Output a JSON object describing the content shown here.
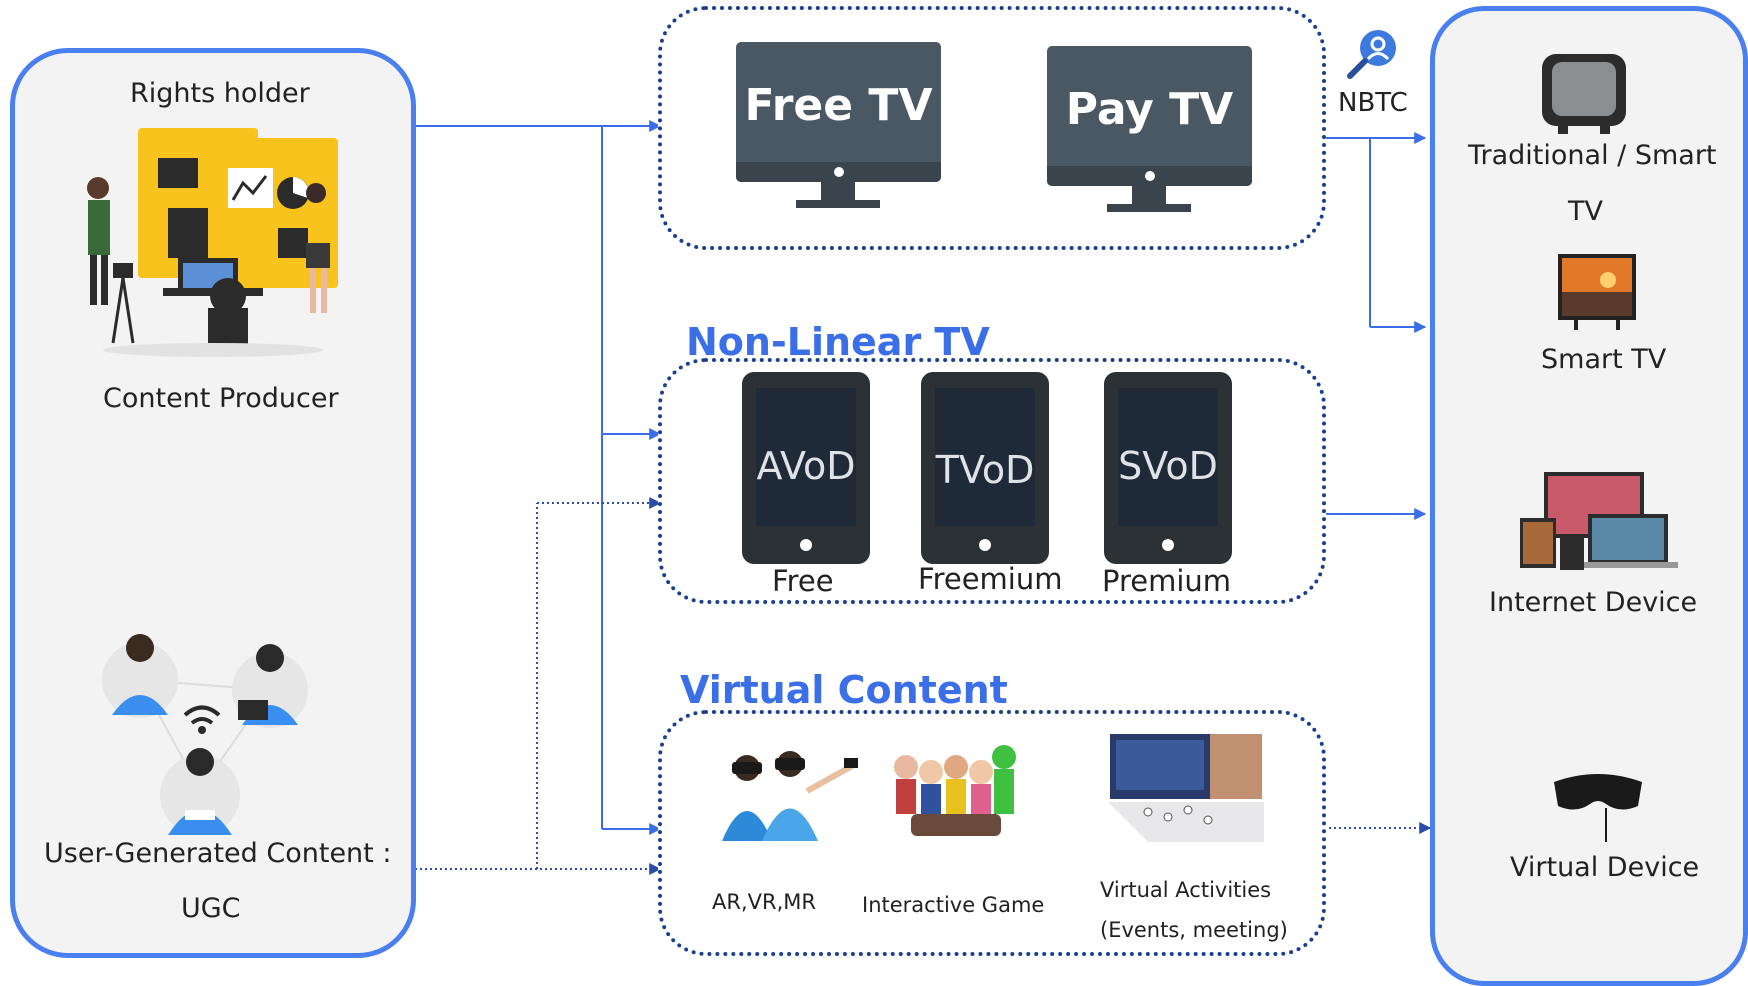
{
  "producer_panel": {
    "rights_holder": "Rights holder",
    "content_producer": "Content Producer",
    "ugc_line1": "User-Generated Content :",
    "ugc_line2": "UGC"
  },
  "linear_tv": {
    "free_tv": "Free TV",
    "pay_tv": "Pay TV",
    "regulator": "NBTC"
  },
  "non_linear_tv": {
    "title": "Non-Linear TV",
    "items": [
      {
        "name": "AVoD",
        "caption": "Free"
      },
      {
        "name": "TVoD",
        "caption": "Freemium"
      },
      {
        "name": "SVoD",
        "caption": "Premium"
      }
    ]
  },
  "virtual_content": {
    "title": "Virtual Content",
    "ar_vr_mr": "AR,VR,MR",
    "interactive_game": "Interactive Game",
    "virtual_activities_line1": "Virtual Activities",
    "virtual_activities_line2": "(Events, meeting)"
  },
  "devices_panel": {
    "traditional_line1": "Traditional / Smart",
    "traditional_line2": "TV",
    "smart_tv": "Smart TV",
    "internet_device": "Internet Device",
    "virtual_device": "Virtual Device"
  },
  "colors": {
    "accent_blue": "#3b6fe8",
    "panel_border": "#4a7ff0",
    "dotted_border": "#1a3f8f",
    "monitor": "#4a5863"
  }
}
